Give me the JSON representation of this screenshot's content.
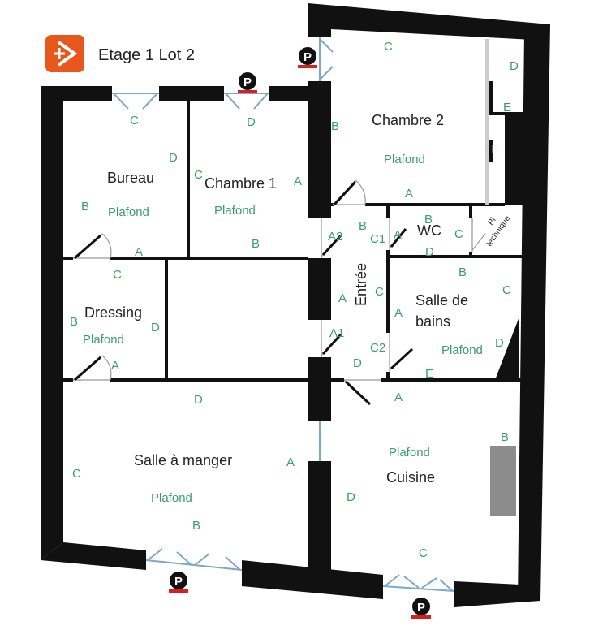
{
  "plan": {
    "title": "Etage 1 Lot 2",
    "colors": {
      "wall": "#111111",
      "label": "#3a9e6c",
      "logo": "#e8571b",
      "door": "#7aa8cc",
      "marker_bar": "#d81e1e",
      "appliance": "#8c8c8c"
    },
    "logo_icon": "orange-arrow-logo-icon",
    "marker_icon": "p-marker-icon",
    "rooms": {
      "bureau": "Bureau",
      "chambre1": "Chambre 1",
      "chambre2": "Chambre 2",
      "dressing": "Dressing",
      "wc": "WC",
      "salle_de_bains_line1": "Salle de",
      "salle_de_bains_line2": "bains",
      "entree": "Entrée",
      "salle_a_manger": "Salle à manger",
      "cuisine": "Cuisine",
      "pl_technique_line1": "Pl",
      "pl_technique_line2": "technique"
    },
    "ceiling": "Plafond",
    "markers": {
      "p": "P"
    },
    "walls": {
      "a": "A",
      "b": "B",
      "c": "C",
      "d": "D",
      "e": "E",
      "f": "F",
      "a1": "A1",
      "a2": "A2",
      "c1": "C1",
      "c2": "C2"
    }
  }
}
